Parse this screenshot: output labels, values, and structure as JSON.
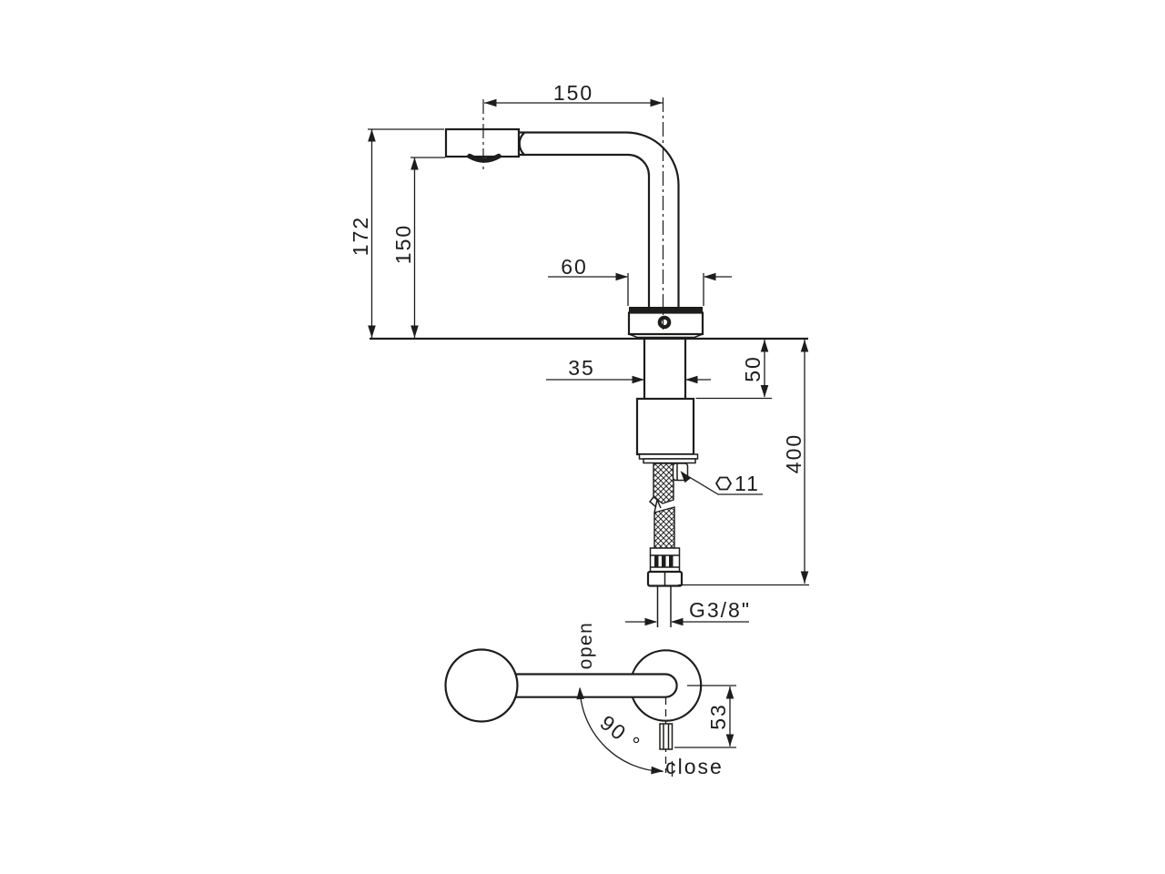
{
  "drawing": {
    "type": "technical-dimension-drawing",
    "subject": "single-lever basin mixer tap, side elevation and handle plan view",
    "colors": {
      "line": "#1d1d1b",
      "background": "#ffffff"
    },
    "dims": {
      "spout_reach": "150",
      "height_to_spout_top": "172",
      "height_to_aerator": "150",
      "base_diameter": "⁠60",
      "shank_diameter": "⁠35",
      "shank_depth": "50",
      "hose_length": "400",
      "hex_size": "11",
      "thread": "G3/8\"",
      "handle_offset": "53",
      "handle_angle": "90 °"
    },
    "labels": {
      "open": "open",
      "close": "close"
    }
  }
}
